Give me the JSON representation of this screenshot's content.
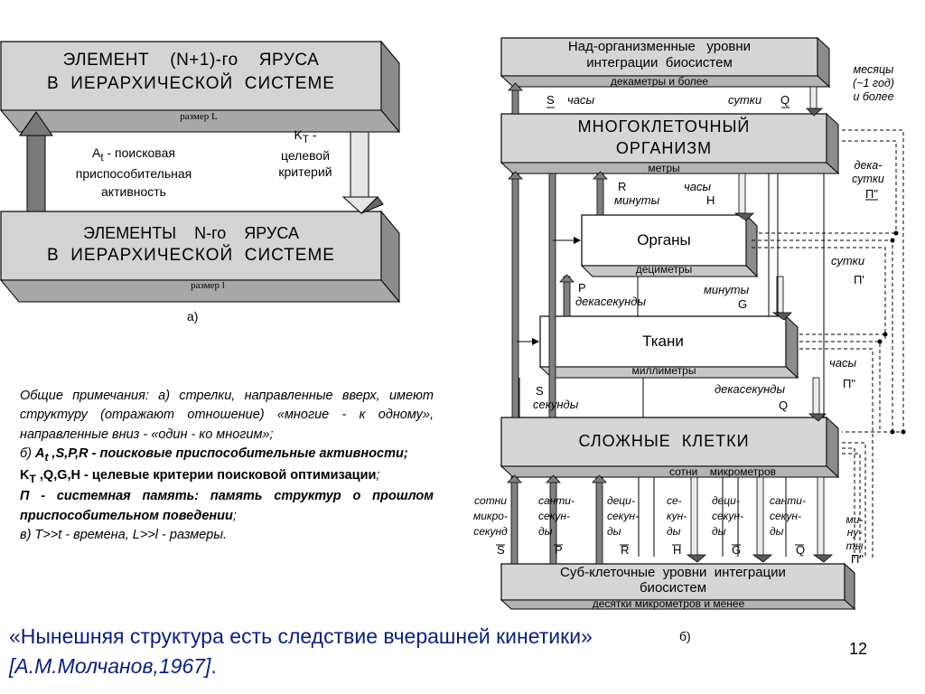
{
  "left_diagram": {
    "top_block_line1": "ЭЛЕМЕНТ    (N+1)-го    ЯРУСА",
    "top_block_line2": "В  ИЕРАРХИЧЕСКОЙ  СИСТЕМЕ",
    "top_size": "размер L",
    "search_label_html": "A<sub>t</sub> - поисковая",
    "search_line2": "приспособительная",
    "search_line3": "активность",
    "target_label_html": "K<sub>T</sub> -",
    "target_line2": "целевой",
    "target_line3": "критерий",
    "bottom_block_line1": "ЭЛЕМЕНТЫ    N-го    ЯРУСА",
    "bottom_block_line2": "В  ИЕРАРХИЧЕСКОЙ  СИСТЕМЕ",
    "bottom_size": "размер l",
    "caption": "а)"
  },
  "notes": {
    "line_a": "Общие примечания: а) стрелки, направленные вверх, имеют структуру (отражают отношение) «многие - к одному», направленные вниз - «один - ко многим»;",
    "b_prefix": "б) ",
    "b_bold_html": "A<sub>t</sub> ,S,P,R  -  поисковые  приспособительные активности;",
    "k_bold_html": "K<sub>T</sub> ,Q,G,H - целевые критерии поисковой оптимизации",
    "k_suffix": ";",
    "p_bold": "П - системная   память: память структур о прошлом приспособительном поведении",
    "p_suffix": ";",
    "line_v": "в) T>>t - времена, L>>l - размеры."
  },
  "quote": {
    "text": "«Нынешняя структура есть следствие вчерашней кинетики» ",
    "author": "[А.М.Молчанов,1967]",
    "end": "."
  },
  "right_diagram": {
    "supra_line1": "Над-организменные   уровни",
    "supra_line2": "интеграции  биосистем",
    "supra_size": "декаметры и более",
    "s_hours_s": "S",
    "s_hours_t": "часы",
    "q_days_t": "сутки",
    "q_days_q": "Q",
    "months_1": "месяцы",
    "months_2": "(~1 год)",
    "months_3": "и более",
    "org_line1": "МНОГОКЛЕТОЧНЫЙ",
    "org_line2": "ОРГАНИЗМ",
    "org_size": "метры",
    "deka_1": "дека-",
    "deka_2": "сутки",
    "deka_p": "П\"",
    "r_label": "R",
    "r_time": "минуты",
    "h_time": "часы",
    "h_label": "H",
    "organs": "Органы",
    "organs_size": "дециметры",
    "days_r": "сутки",
    "days_p": "П'",
    "p_label": "P",
    "p_time": "декасекунды",
    "g_time": "минуты",
    "g_label": "G",
    "tissues": "Ткани",
    "tissues_size": "миллиметры",
    "hours_r": "часы",
    "hours_p": "П\"",
    "s_label": "S",
    "s_time": "секунды",
    "q_time": "декасекунды",
    "q_label": "Q",
    "cells": "СЛОЖНЫЕ  КЛЕТКИ",
    "cells_size": "сотни    микрометров",
    "c1_1": "сотни",
    "c1_2": "микро-",
    "c1_3": "секунд",
    "c1_sym": "S",
    "c2_1": "санти-",
    "c2_2": "секун-",
    "c2_3": "ды",
    "c2_sym": "P",
    "c3_1": "деци-",
    "c3_2": "секун-",
    "c3_3": "ды",
    "c3_sym": "R",
    "c4_1": "се-",
    "c4_2": "кун-",
    "c4_3": "ды",
    "c4_sym": "H",
    "c5_1": "деци-",
    "c5_2": "секун-",
    "c5_3": "ды",
    "c5_sym": "G",
    "c6_1": "санти-",
    "c6_2": "секун-",
    "c6_3": "ды",
    "c6_sym": "Q",
    "min_1": "ми-",
    "min_2": "ну-",
    "min_3": "ты",
    "min_p": "П\"",
    "sub_line1": "Суб-клеточные  уровни  интеграции",
    "sub_line2": "биосистем",
    "sub_size": "десятки микрометров и менее",
    "caption": "б)"
  },
  "page_number": "12"
}
